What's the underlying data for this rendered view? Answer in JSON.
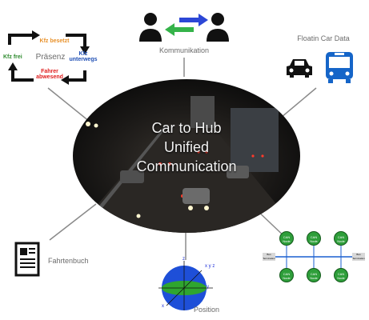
{
  "center": {
    "line1": "Car to Hub",
    "line2": "Unified",
    "line3": "Communication"
  },
  "presenz": {
    "title": "Präsenz",
    "state_top": "Kfz besetzt",
    "state_left": "Kfz frei",
    "state_right": "Kfz unterwegs",
    "state_bottom": "Fahrer abwesend",
    "color_top": "#e8912a",
    "color_left": "#2e8b2e",
    "color_right": "#1f4fb5",
    "color_bottom": "#e02020"
  },
  "kommunikation": {
    "label": "Kommunikation",
    "arrow_colors": [
      "#2c47d6",
      "#35b34a"
    ]
  },
  "floating": {
    "label": "Floatin Car Data",
    "icons": [
      "car-icon",
      "bus-icon"
    ],
    "car_color": "#111111",
    "bus_color": "#1565c8"
  },
  "fahrtenbuch": {
    "label": "Fahrtenbuch",
    "icon": "logbook-icon"
  },
  "position": {
    "label": "Position",
    "axis_labels": [
      "z",
      "x y z",
      "y",
      "x"
    ],
    "globe_colors": [
      "#1e4fd8",
      "#2fa52f"
    ]
  },
  "canbus": {
    "node_label": "CAN Node",
    "terminator_label": "Bus Termination",
    "node_color": "#2e9e3a"
  }
}
